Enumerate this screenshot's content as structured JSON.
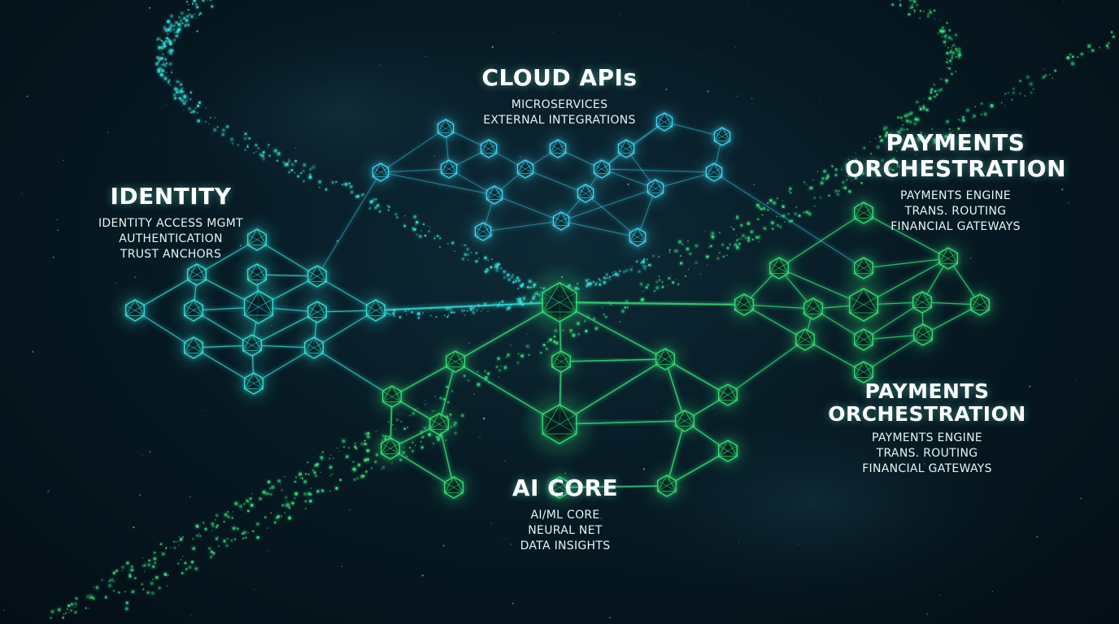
{
  "colors": {
    "background": "#061822",
    "teal": "#35e0d8",
    "cyan": "#3fd4f0",
    "green": "#34e07a",
    "white": "#ffffff"
  },
  "clusters": {
    "cloud": {
      "title": "CLOUD APIs",
      "lines": [
        "MICROSERVICES",
        "EXTERNAL INTEGRATIONS"
      ]
    },
    "identity": {
      "title": "IDENTITY",
      "lines": [
        "IDENTITY ACCESS MGMT",
        "AUTHENTICATION",
        "TRUST ANCHORS"
      ]
    },
    "payments_top": {
      "title_line1": "PAYMENTS",
      "title_line2": "ORCHESTRATION",
      "lines": [
        "PAYMENTS ENGINE",
        "TRANS. ROUTING",
        "FINANCIAL GATEWAYS"
      ]
    },
    "payments_bottom": {
      "title_line1": "PAYMENTS",
      "title_line2": "ORCHESTRATION",
      "lines": [
        "PAYMENTS ENGINE",
        "TRANS. ROUTING",
        "FINANCIAL GATEWAYS"
      ]
    },
    "ai": {
      "title": "AI CORE",
      "lines": [
        "AI/ML CORE",
        "NEURAL NET",
        "DATA INSIGHTS"
      ]
    }
  }
}
